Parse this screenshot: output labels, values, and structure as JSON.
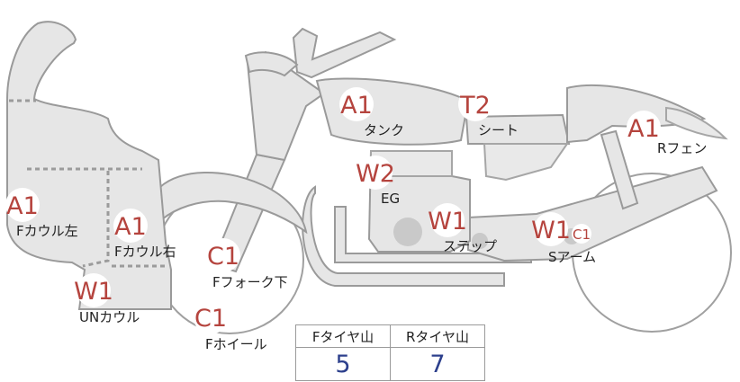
{
  "parts": [
    {
      "id": "f-cowl-left",
      "code": "A1",
      "label": "Fカウル左"
    },
    {
      "id": "f-cowl-right",
      "code": "A1",
      "label": "Fカウル右"
    },
    {
      "id": "un-cowl",
      "code": "W1",
      "label": "UNカウル"
    },
    {
      "id": "f-fork-lower",
      "code": "C1",
      "label": "Fフォーク下"
    },
    {
      "id": "f-wheel",
      "code": "C1",
      "label": "Fホイール"
    },
    {
      "id": "tank",
      "code": "A1",
      "label": "タンク"
    },
    {
      "id": "engine",
      "code": "W2",
      "label": "EG"
    },
    {
      "id": "step",
      "code": "W1",
      "label": "ステップ"
    },
    {
      "id": "seat",
      "code": "T2",
      "label": "シート"
    },
    {
      "id": "r-fender",
      "code": "A1",
      "label": "Rフェン"
    },
    {
      "id": "swing-arm",
      "code": "W1",
      "code2": "C1",
      "label": "Sアーム"
    }
  ],
  "tire_tread": {
    "headers": [
      "Fタイヤ山",
      "Rタイヤ山"
    ],
    "values": [
      "5",
      "7"
    ]
  },
  "colors": {
    "code_text": "#b5443e",
    "tread_value": "#2c3f8c",
    "part_fill": "#e6e6e6",
    "part_stroke": "#9a9a9a"
  }
}
